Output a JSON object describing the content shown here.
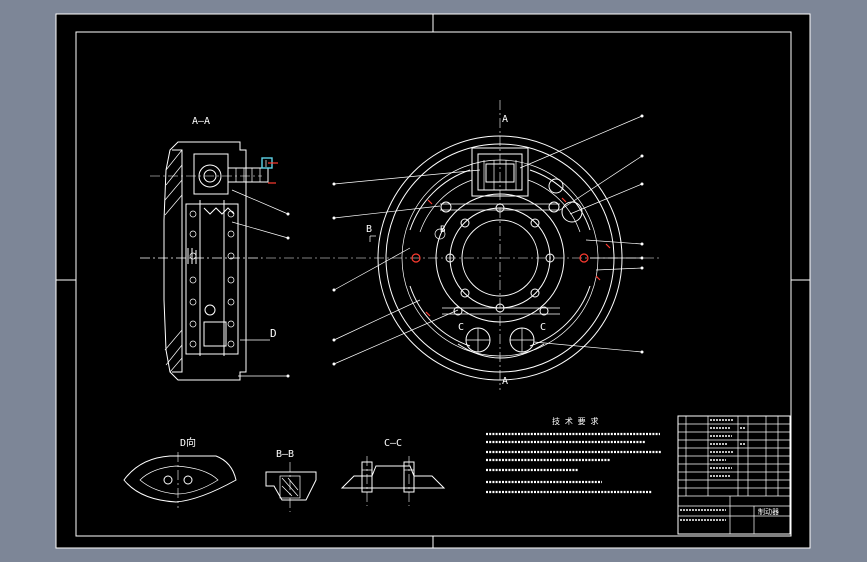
{
  "section_labels": {
    "aa": "A—A",
    "a_top": "A",
    "a_bottom": "A",
    "b_left": "B",
    "b_inner": "B",
    "c_left": "C",
    "c_right": "C",
    "d_side": "D",
    "d_view": "D向",
    "bb": "B—B",
    "cc": "C—C"
  },
  "notes": {
    "title": "技 术 要 求"
  },
  "title_block": {
    "drawing_name": "制动器"
  },
  "colors": {
    "background": "#7d8697",
    "sheet": "#000000",
    "lines": "#ffffff",
    "accent_red": "#ff3b30",
    "accent_cyan": "#5fd3e8"
  }
}
